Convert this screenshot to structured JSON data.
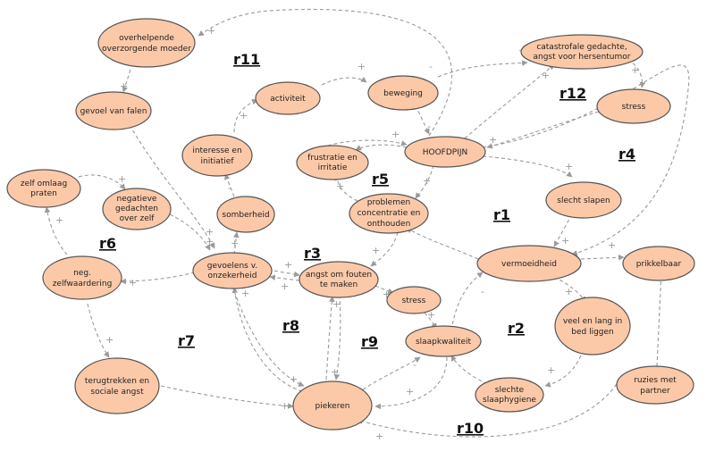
{
  "nodes": {
    "moeder": [
      "overhelpende",
      "overzorgende moeder"
    ],
    "falen": [
      "gevoel van falen"
    ],
    "activiteit": [
      "activiteit"
    ],
    "beweging": [
      "beweging"
    ],
    "catastrofaal": [
      "catastrofale gedachte,",
      "angst voor hersentumor"
    ],
    "stress_top": [
      "stress"
    ],
    "interesse": [
      "interesse en",
      "initiatief"
    ],
    "frustratie": [
      "frustratie en",
      "irritatie"
    ],
    "hoofdpijn": [
      "HOOFDPIJN"
    ],
    "slecht_slapen": [
      "slecht slapen"
    ],
    "zelf_omlaag": [
      "zelf omlaag",
      "praten"
    ],
    "negatieve": [
      "negatieve",
      "gedachten",
      "over zelf"
    ],
    "somberheid": [
      "somberheid"
    ],
    "concentratie": [
      "problemen",
      "concentratie en",
      "onthouden"
    ],
    "vermoeidheid": [
      "vermoeidheid"
    ],
    "prikkelbaar": [
      "prikkelbaar"
    ],
    "zelfwaardering": [
      "neg.",
      "zelfwaardering"
    ],
    "onzekerheid": [
      "gevoelens v.",
      "onzekerheid"
    ],
    "angst_fouten": [
      "angst om fouten",
      "te maken"
    ],
    "stress_mid": [
      "stress"
    ],
    "bed": [
      "veel en lang in",
      "bed liggen"
    ],
    "slaapkwaliteit": [
      "slaapkwaliteit"
    ],
    "terugtrekken": [
      "terugtrekken en",
      "sociale angst"
    ],
    "piekeren": [
      "piekeren"
    ],
    "slaaphygiene": [
      "slechte",
      "slaaphygiene"
    ],
    "ruzies": [
      "ruzies met",
      "partner"
    ]
  },
  "loops": {
    "r1": "r1",
    "r2": "r2",
    "r3": "r3",
    "r4": "r4",
    "r5": "r5",
    "r6": "r6",
    "r7": "r7",
    "r8": "r8",
    "r9": "r9",
    "r10": "r10",
    "r11": "r11",
    "r12": "r12"
  },
  "signs": {
    "plus": "+",
    "minus": "-"
  }
}
